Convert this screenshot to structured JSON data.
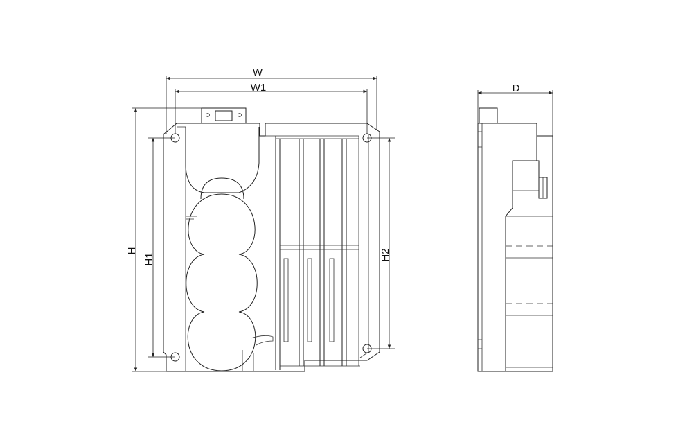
{
  "dimensions": {
    "width": "W",
    "width_mounting": "W1",
    "height": "H",
    "height_mounting_left": "H1",
    "height_mounting_right": "H2",
    "depth": "D"
  },
  "colors": {
    "line": "#222222",
    "background": "#ffffff"
  }
}
